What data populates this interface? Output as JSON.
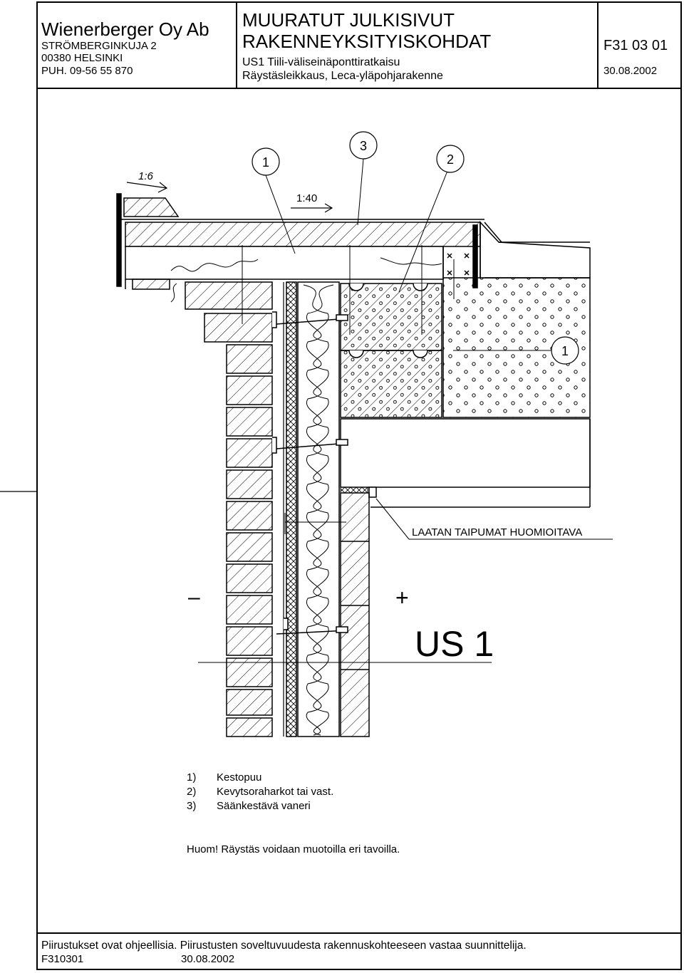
{
  "header": {
    "company": "Wienerberger Oy Ab",
    "address1": "STRÖMBERGINKUJA 2",
    "address2": "00380 HELSINKI",
    "phone": "PUH. 09-56 55 870",
    "title1": "MUURATUT JULKISIVUT",
    "title2": "RAKENNEYKSITYISKOHDAT",
    "subtitle1": "US1 Tiili-väliseinäponttiratkaisu",
    "subtitle2": "Räystäsleikkaus, Leca-yläpohjarakenne",
    "code": "F31 03 01",
    "date": "30.08.2002"
  },
  "drawing": {
    "slope_label": "1:6",
    "roof_slope_label": "1:40",
    "callout_1": "1",
    "callout_2": "2",
    "callout_3": "3",
    "callout_1b": "1",
    "note_slab": "LAATAN TAIPUMAT HUOMIOITAVA",
    "minus_sign": "–",
    "plus_sign": "+",
    "detail_id": "US 1"
  },
  "legend": {
    "items": [
      {
        "num": "1)",
        "text": "Kestopuu"
      },
      {
        "num": "2)",
        "text": "Kevytsoraharkot tai vast."
      },
      {
        "num": "3)",
        "text": "Säänkestävä vaneri"
      }
    ],
    "note": "Huom! Räystäs voidaan muotoilla eri  tavoilla."
  },
  "footer": {
    "disclaimer": "Piirustukset ovat ohjeellisia. Piirustusten soveltuvuudesta rakennuskohteeseen vastaa suunnittelija.",
    "code": "F310301",
    "date": "30.08.2002"
  }
}
